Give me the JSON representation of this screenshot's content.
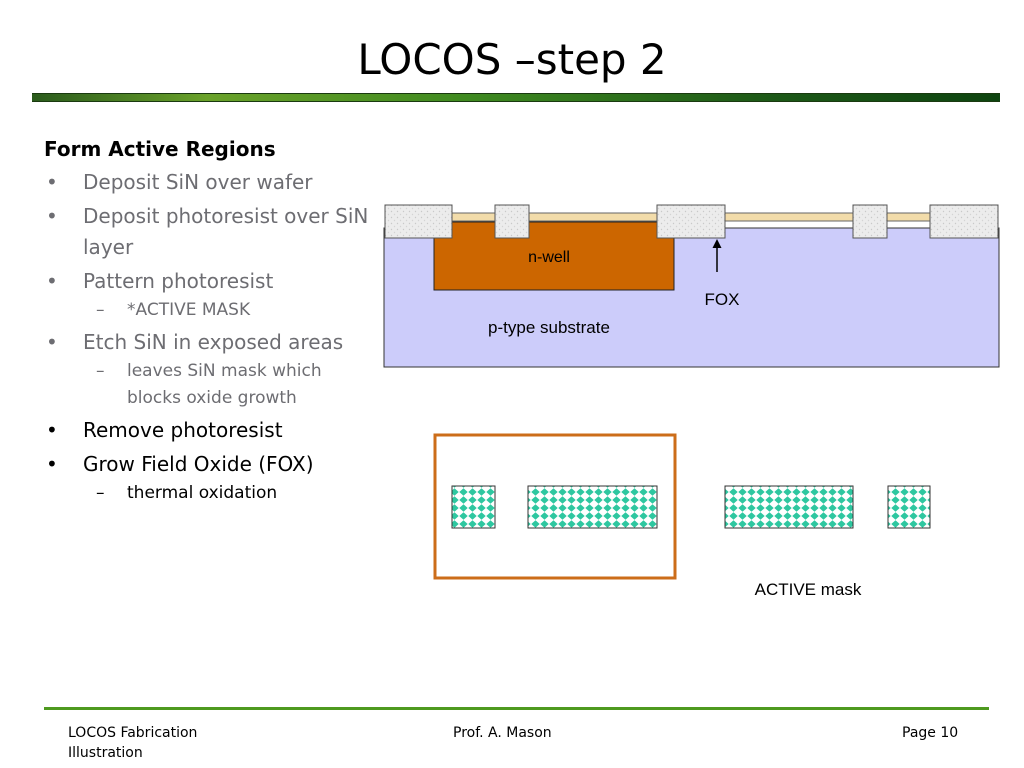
{
  "title": "LOCOS –step 2",
  "bullets": {
    "heading": "Form Active Regions",
    "items": [
      {
        "text": "Deposit SiN over wafer"
      },
      {
        "text": "Deposit photoresist over SiN layer"
      },
      {
        "text": "Pattern photoresist"
      },
      {
        "sub": "*ACTIVE MASK"
      },
      {
        "text": "Etch SiN in exposed areas"
      },
      {
        "sub": "leaves SiN mask which blocks oxide growth"
      },
      {
        "text": "Remove photoresist"
      },
      {
        "text": "Grow Field Oxide (FOX)"
      },
      {
        "sub": "thermal oxidation"
      }
    ],
    "bullet_glyph": "•",
    "dash_glyph": "–"
  },
  "diagram": {
    "nwell_label": "n-well",
    "fox_label": "FOX",
    "substrate_label": "p-type substrate",
    "mask_label": "ACTIVE mask",
    "colors": {
      "substrate": "#ccccfa",
      "nwell": "#cc6600",
      "nitride": "#f2dcaa",
      "oxide": "#ececec",
      "mask_frame": "#cc6d1a",
      "mask_fill": "#2ec7a0"
    }
  },
  "footer": {
    "left": "LOCOS Fabrication Illustration",
    "center": "Prof. A. Mason",
    "right": "Page 10"
  }
}
